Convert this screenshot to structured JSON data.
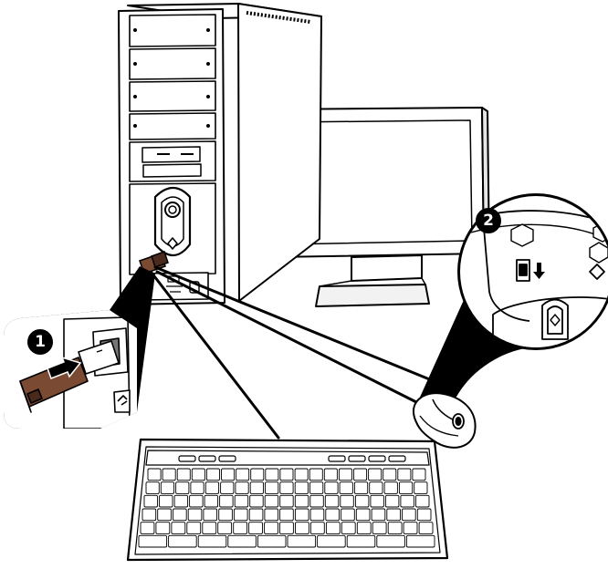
{
  "diagram": {
    "steps": [
      {
        "number": "1",
        "label": "insert-usb-receiver"
      },
      {
        "number": "2",
        "label": "mouse-power-switch-on"
      }
    ],
    "components": [
      "computer-tower",
      "lcd-monitor",
      "usb-receiver",
      "wireless-keyboard",
      "wireless-mouse"
    ],
    "colors": {
      "ink": "#000000",
      "paper": "#ffffff",
      "receiver": "#7a4a33",
      "receiver_dark": "#4a2a1c",
      "shade": "#e6e6e6"
    }
  }
}
